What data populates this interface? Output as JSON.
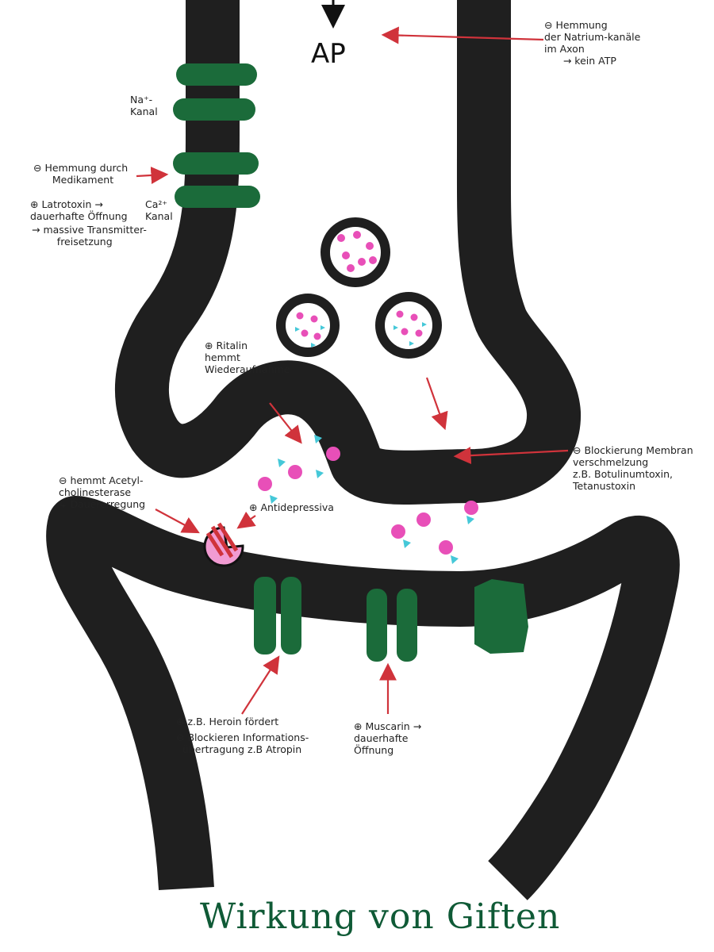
{
  "title": "Wirkung von Giften",
  "ap_label": "AP",
  "labels": {
    "na_channel": "Na⁺-\nKanal",
    "inhibition_medication": "⊖ Hemmung durch\n      Medikament",
    "latrotoxin": "⊕ Latrotoxin →\ndauerhafte Öffnung",
    "ca_channel": "Ca²⁺\nKanal",
    "massive_release": "→ massive Transmitter-\n        freisetzung",
    "sodium_inhibition": "⊖ Hemmung\nder Natrium-kanäle\nim Axon\n      → kein ATP",
    "ritalin": "⊕ Ritalin\nhemmt\nWiederaufnahme",
    "membrane_block": "⊖ Blockierung Membran\nverschmelzung\nz.B. Botulinumtoxin,\nTetanustoxin",
    "ache_inhibit": "⊖ hemmt Acetyl-\ncholinesterase\n↳ Dauererregung",
    "antidepressants": "⊕ Antidepressiva",
    "heroin": "⊕ z.B. Heroin fördert",
    "atropin": "⊖ Blockieren Informations-\n  übertragung z.B Atropin",
    "muscarin": "⊕ Muscarin →\ndauerhafte\nÖffnung"
  },
  "colors": {
    "membrane": "#1f1f1f",
    "channel": "#1b6b3a",
    "arrow": "#d0333b",
    "vesicle_dot": "#e84fb8",
    "neurotransmitter": "#45c8d8",
    "title": "#0f5a36"
  },
  "icons": [
    "action-potential-arrow",
    "vesicle",
    "enzyme-acetylcholinesterase",
    "receptor-channel"
  ]
}
